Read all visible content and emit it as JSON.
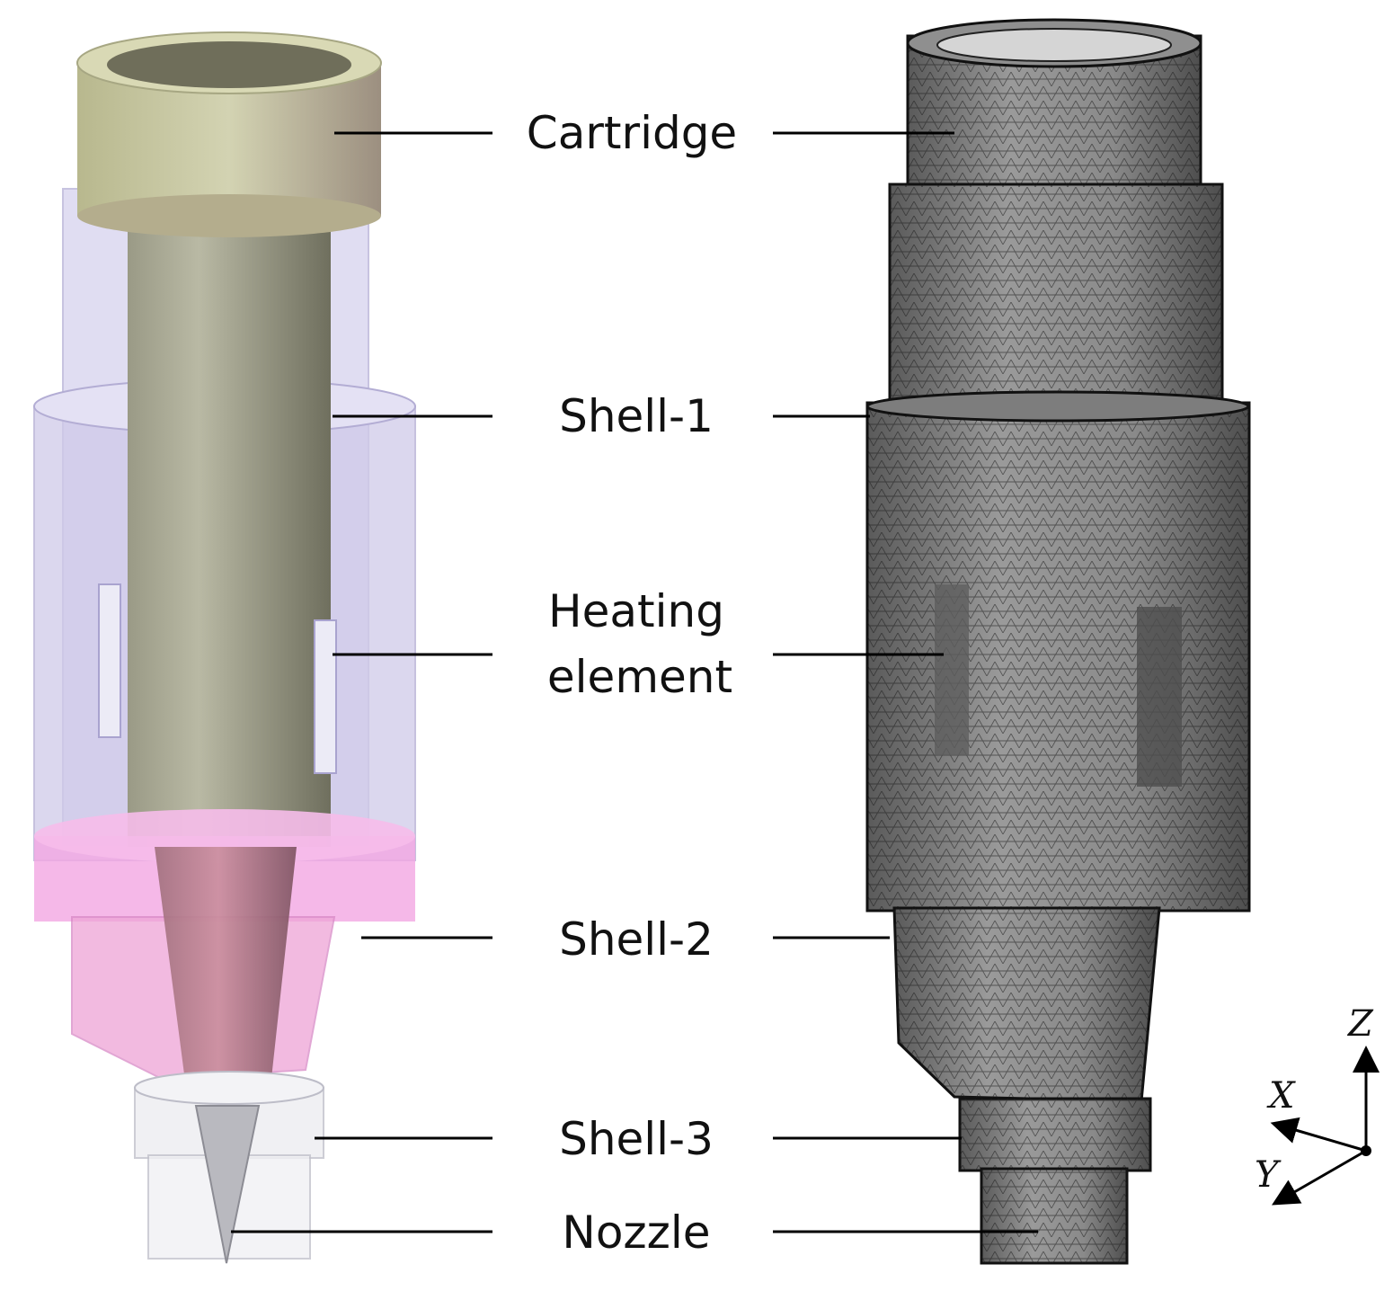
{
  "labels": {
    "cartridge": "Cartridge",
    "shell1": "Shell-1",
    "heating_line1": "Heating",
    "heating_line2": "element",
    "shell2": "Shell-2",
    "shell3": "Shell-3",
    "nozzle": "Nozzle"
  },
  "axes": {
    "z": "Z",
    "x": "X",
    "y": "Y"
  },
  "colors": {
    "cartridge_top": "#c9c9a3",
    "cartridge_rod": "#8a8a72",
    "shell1": "#c8c4e6",
    "shell2": "#f0a8e0",
    "cone": "#b07a8a",
    "mesh": "#7a7a7a"
  }
}
